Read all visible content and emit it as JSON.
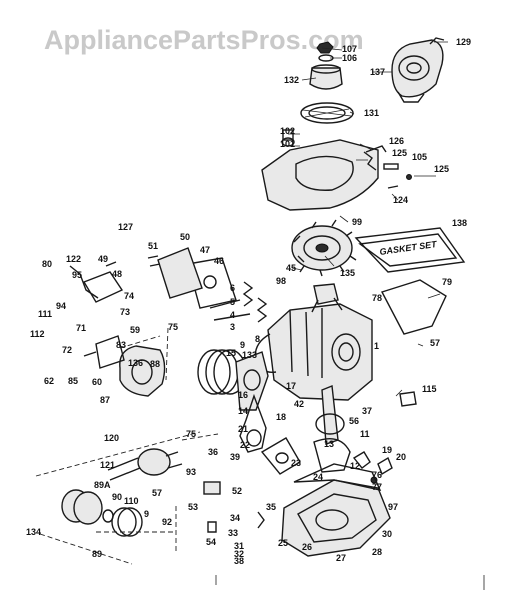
{
  "watermark": "AppliancePartsPros.com",
  "gasket_set_label": "GASKET SET",
  "labels": [
    {
      "id": "107",
      "t": "107"
    },
    {
      "id": "106",
      "t": "106"
    },
    {
      "id": "129",
      "t": "129"
    },
    {
      "id": "132",
      "t": "132"
    },
    {
      "id": "137",
      "t": "137"
    },
    {
      "id": "131",
      "t": "131"
    },
    {
      "id": "102",
      "t": "102"
    },
    {
      "id": "101",
      "t": "101"
    },
    {
      "id": "126",
      "t": "126"
    },
    {
      "id": "125a",
      "t": "125"
    },
    {
      "id": "105",
      "t": "105"
    },
    {
      "id": "125b",
      "t": "125"
    },
    {
      "id": "124",
      "t": "124"
    },
    {
      "id": "99",
      "t": "99"
    },
    {
      "id": "138",
      "t": "138"
    },
    {
      "id": "127",
      "t": "127"
    },
    {
      "id": "51",
      "t": "51"
    },
    {
      "id": "50",
      "t": "50"
    },
    {
      "id": "47",
      "t": "47"
    },
    {
      "id": "46",
      "t": "46"
    },
    {
      "id": "122",
      "t": "122"
    },
    {
      "id": "49",
      "t": "49"
    },
    {
      "id": "80",
      "t": "80"
    },
    {
      "id": "48",
      "t": "48"
    },
    {
      "id": "95",
      "t": "95"
    },
    {
      "id": "94",
      "t": "94"
    },
    {
      "id": "74",
      "t": "74"
    },
    {
      "id": "111",
      "t": "111"
    },
    {
      "id": "73",
      "t": "73"
    },
    {
      "id": "45",
      "t": "45"
    },
    {
      "id": "135",
      "t": "135"
    },
    {
      "id": "98",
      "t": "98"
    },
    {
      "id": "79",
      "t": "79"
    },
    {
      "id": "78",
      "t": "78"
    },
    {
      "id": "6",
      "t": "6"
    },
    {
      "id": "5",
      "t": "5"
    },
    {
      "id": "4",
      "t": "4"
    },
    {
      "id": "3",
      "t": "3"
    },
    {
      "id": "112",
      "t": "112"
    },
    {
      "id": "71",
      "t": "71"
    },
    {
      "id": "59",
      "t": "59"
    },
    {
      "id": "75",
      "t": "75"
    },
    {
      "id": "8",
      "t": "8"
    },
    {
      "id": "9",
      "t": "9"
    },
    {
      "id": "57a",
      "t": "57"
    },
    {
      "id": "72",
      "t": "72"
    },
    {
      "id": "83",
      "t": "83"
    },
    {
      "id": "133",
      "t": "133"
    },
    {
      "id": "15",
      "t": "15"
    },
    {
      "id": "1",
      "t": "1"
    },
    {
      "id": "136",
      "t": "136"
    },
    {
      "id": "88",
      "t": "88"
    },
    {
      "id": "62",
      "t": "62"
    },
    {
      "id": "85",
      "t": "85"
    },
    {
      "id": "60",
      "t": "60"
    },
    {
      "id": "87",
      "t": "87"
    },
    {
      "id": "17",
      "t": "17"
    },
    {
      "id": "42",
      "t": "42"
    },
    {
      "id": "16",
      "t": "16"
    },
    {
      "id": "56",
      "t": "56"
    },
    {
      "id": "37",
      "t": "37"
    },
    {
      "id": "115",
      "t": "115"
    },
    {
      "id": "14",
      "t": "14"
    },
    {
      "id": "18",
      "t": "18"
    },
    {
      "id": "21",
      "t": "21"
    },
    {
      "id": "11",
      "t": "11"
    },
    {
      "id": "120",
      "t": "120"
    },
    {
      "id": "75b",
      "t": "75"
    },
    {
      "id": "22",
      "t": "22"
    },
    {
      "id": "13",
      "t": "13"
    },
    {
      "id": "19",
      "t": "19"
    },
    {
      "id": "20",
      "t": "20"
    },
    {
      "id": "36",
      "t": "36"
    },
    {
      "id": "39",
      "t": "39"
    },
    {
      "id": "23",
      "t": "23"
    },
    {
      "id": "12",
      "t": "12"
    },
    {
      "id": "76",
      "t": "76"
    },
    {
      "id": "121",
      "t": "121"
    },
    {
      "id": "93",
      "t": "93"
    },
    {
      "id": "77",
      "t": "77"
    },
    {
      "id": "24",
      "t": "24"
    },
    {
      "id": "89A",
      "t": "89A"
    },
    {
      "id": "57b",
      "t": "57"
    },
    {
      "id": "52",
      "t": "52"
    },
    {
      "id": "97",
      "t": "97"
    },
    {
      "id": "90",
      "t": "90"
    },
    {
      "id": "110",
      "t": "110"
    },
    {
      "id": "53",
      "t": "53"
    },
    {
      "id": "35",
      "t": "35"
    },
    {
      "id": "9b",
      "t": "9"
    },
    {
      "id": "92",
      "t": "92"
    },
    {
      "id": "34",
      "t": "34"
    },
    {
      "id": "33",
      "t": "33"
    },
    {
      "id": "134",
      "t": "134"
    },
    {
      "id": "31",
      "t": "31"
    },
    {
      "id": "30",
      "t": "30"
    },
    {
      "id": "54",
      "t": "54"
    },
    {
      "id": "25",
      "t": "25"
    },
    {
      "id": "32",
      "t": "32"
    },
    {
      "id": "26",
      "t": "26"
    },
    {
      "id": "89",
      "t": "89"
    },
    {
      "id": "38",
      "t": "38"
    },
    {
      "id": "27",
      "t": "27"
    },
    {
      "id": "28",
      "t": "28"
    }
  ]
}
